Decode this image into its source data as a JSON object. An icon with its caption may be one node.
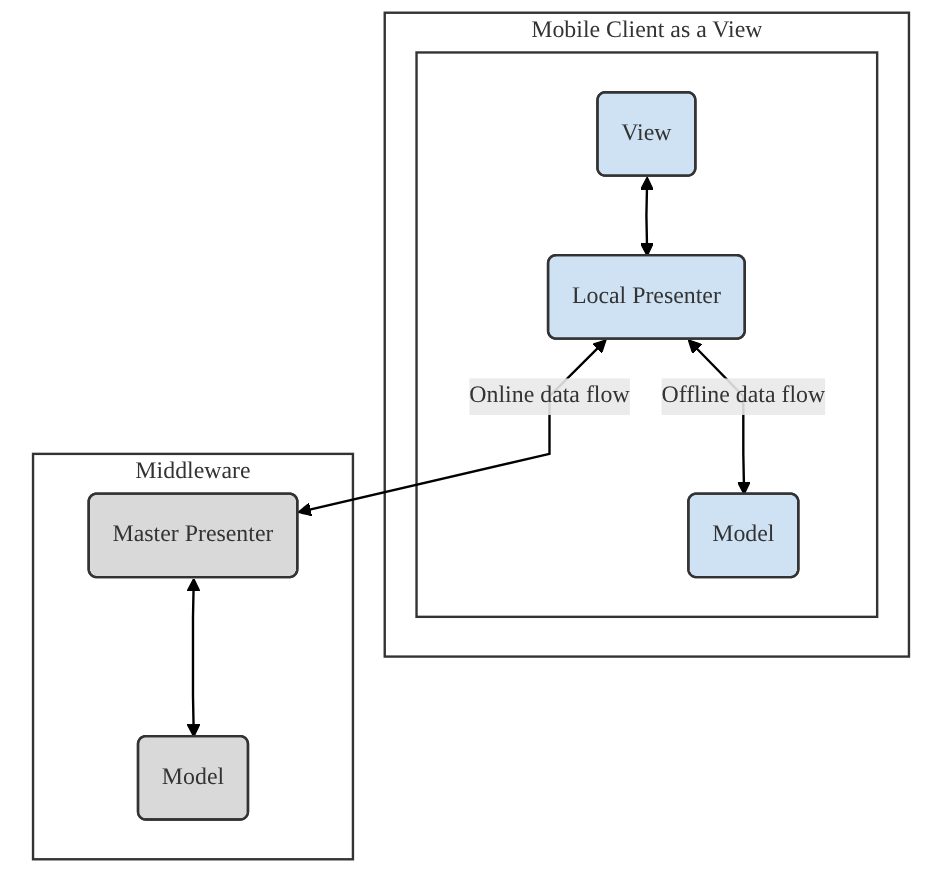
{
  "diagram": {
    "nodes": [
      {
        "text": [
          "Mobile Client as a View"
        ]
      },
      {
        "text": [],
        "shape": "box",
        "in": 0
      },
      {
        "text": [
          "View"
        ],
        "in": 1
      },
      {
        "text": [
          "Local Presenter"
        ],
        "in": 1
      },
      {
        "text": [
          "Model"
        ],
        "in": 1
      },
      {
        "text": [
          "Middleware"
        ]
      },
      {
        "text": [
          "Master Presenter"
        ],
        "in": 5
      },
      {
        "text": [
          "Model"
        ],
        "in": 5
      }
    ],
    "edges": [
      {
        "from": 2,
        "to": 3,
        "arrow": "both"
      },
      {
        "from": 3,
        "to": 4,
        "arrow": "both",
        "label": "Offline data flow"
      },
      {
        "from": 3,
        "to": 6,
        "arrow": "both",
        "label": "Online data flow"
      },
      {
        "from": 6,
        "to": 7,
        "arrow": "both"
      }
    ]
  }
}
